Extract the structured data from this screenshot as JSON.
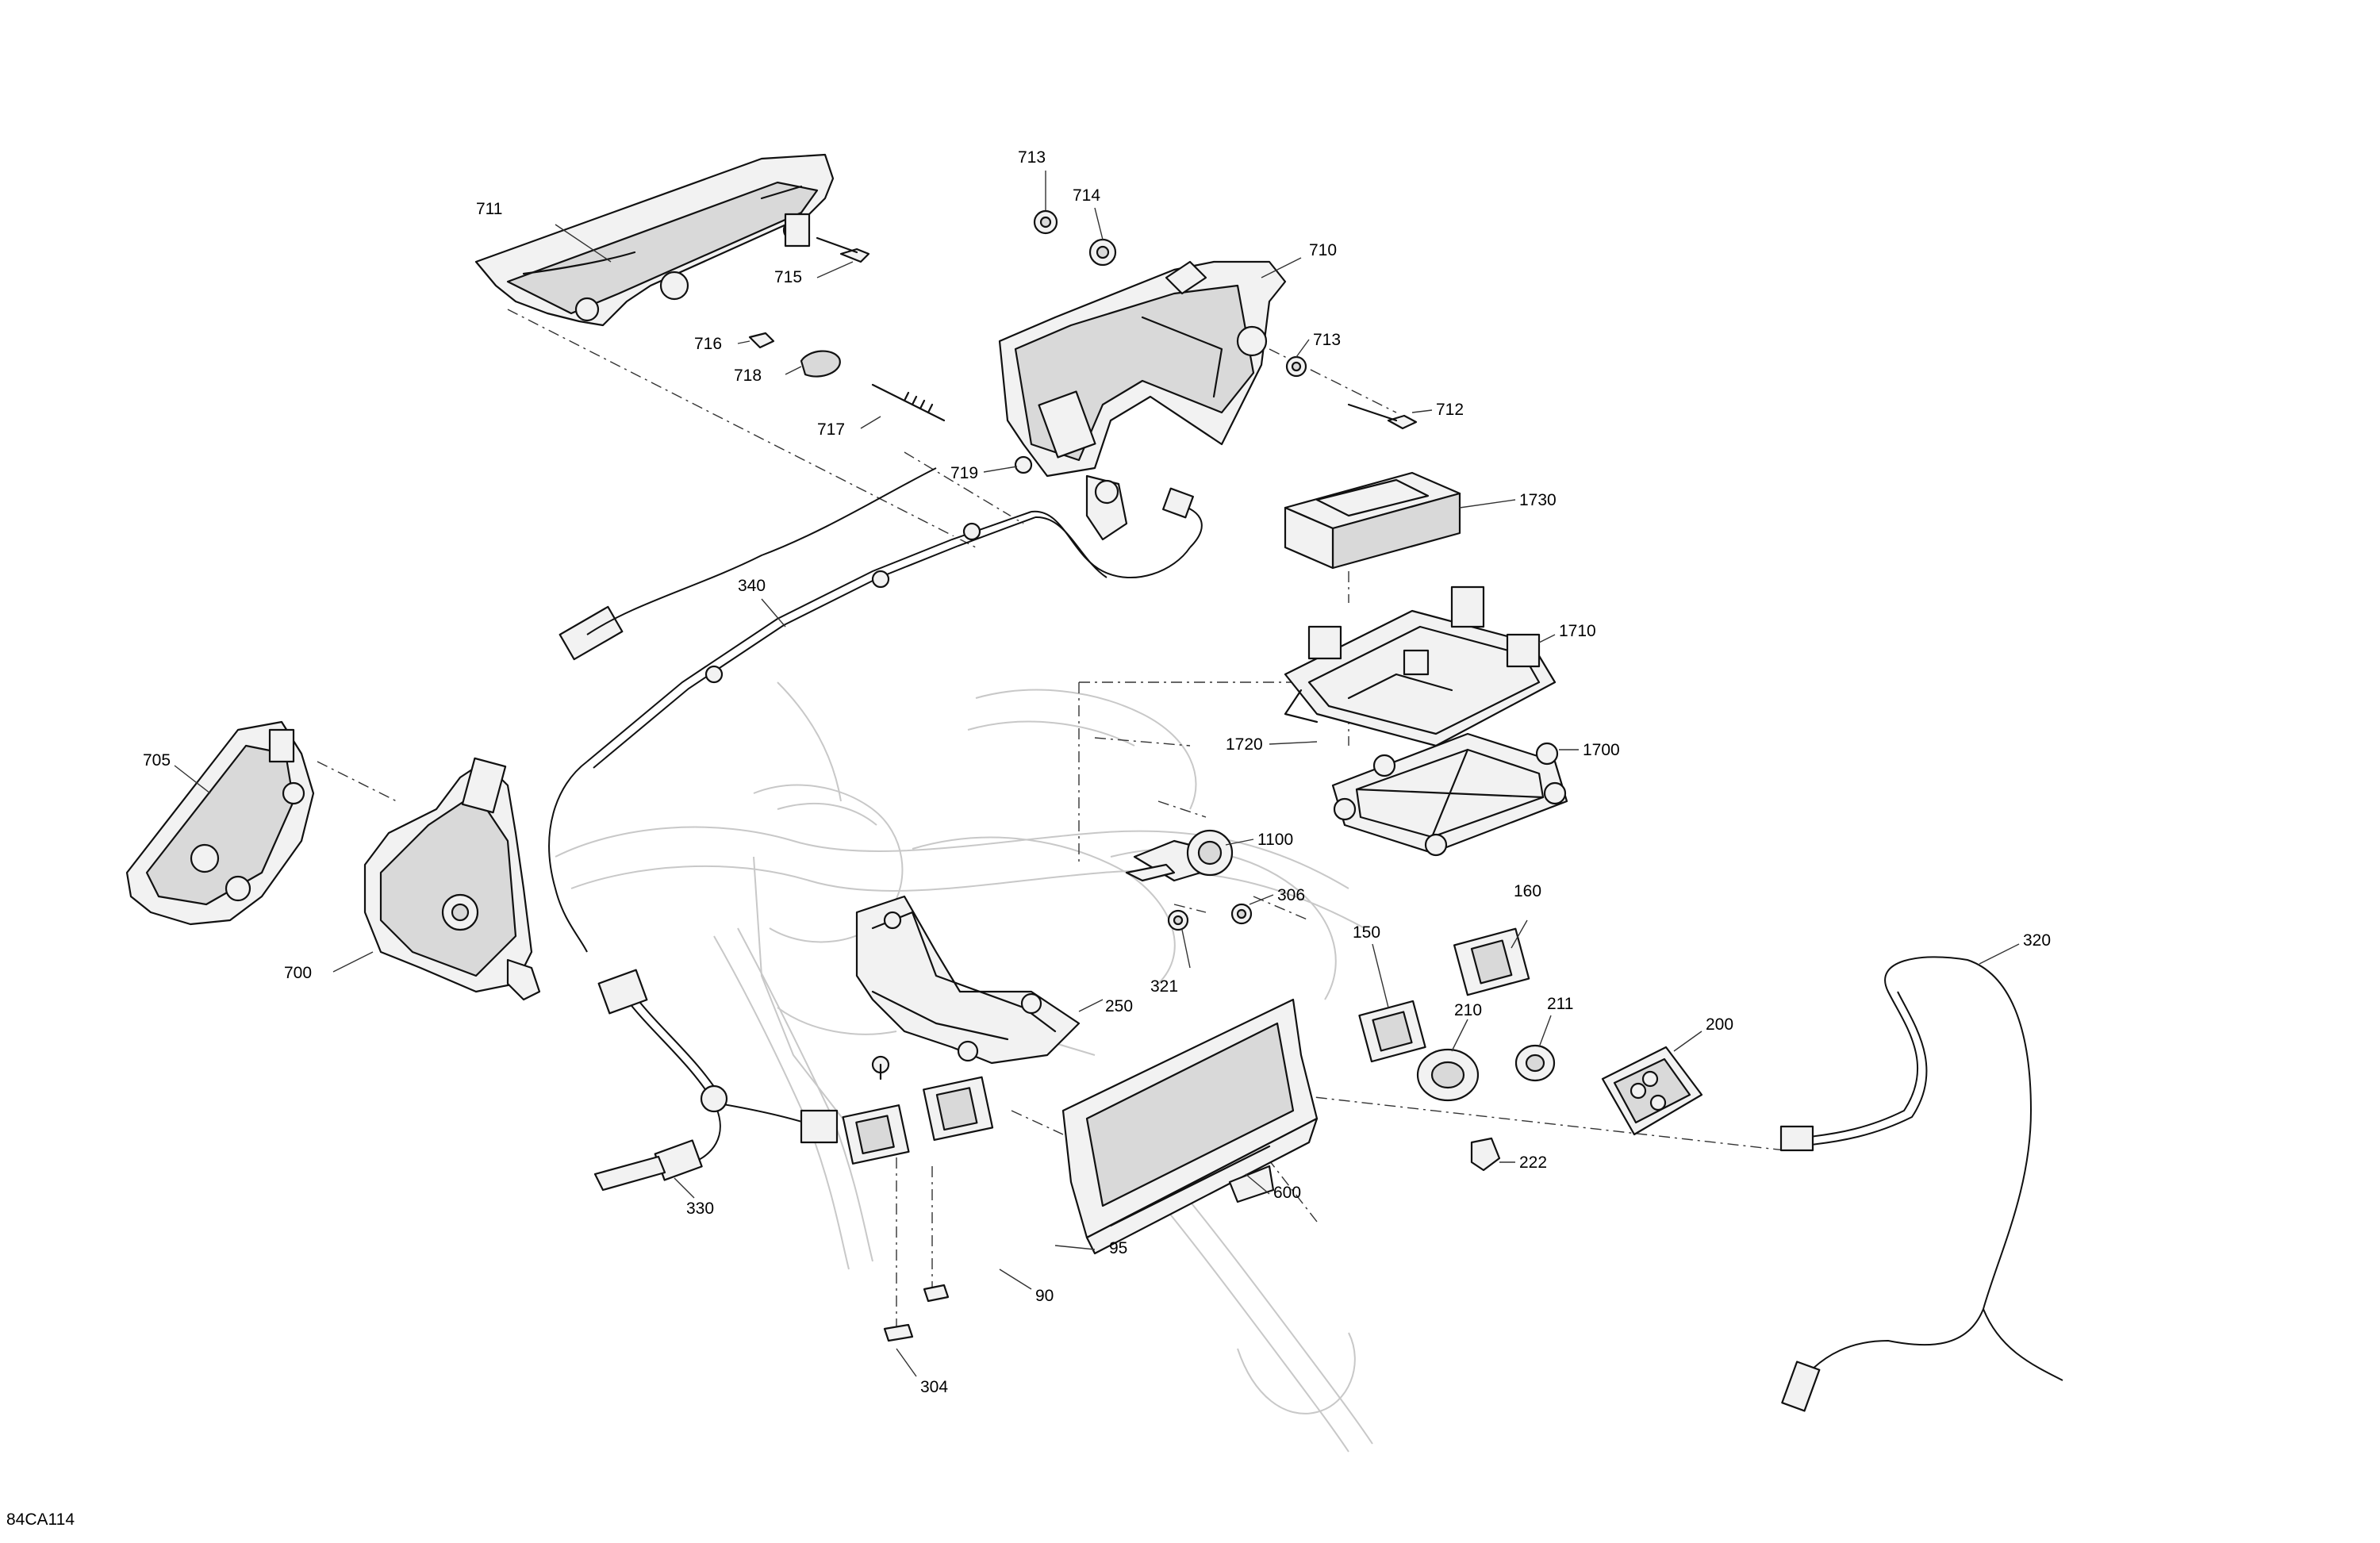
{
  "diagram": {
    "reference_code": "84CA114",
    "callouts": [
      {
        "id": "c711",
        "label": "711"
      },
      {
        "id": "c713a",
        "label": "713"
      },
      {
        "id": "c714",
        "label": "714"
      },
      {
        "id": "c715",
        "label": "715"
      },
      {
        "id": "c710",
        "label": "710"
      },
      {
        "id": "c716",
        "label": "716"
      },
      {
        "id": "c713b",
        "label": "713"
      },
      {
        "id": "c718",
        "label": "718"
      },
      {
        "id": "c712",
        "label": "712"
      },
      {
        "id": "c717",
        "label": "717"
      },
      {
        "id": "c719",
        "label": "719"
      },
      {
        "id": "c1730",
        "label": "1730"
      },
      {
        "id": "c340",
        "label": "340"
      },
      {
        "id": "c1710",
        "label": "1710"
      },
      {
        "id": "c1720",
        "label": "1720"
      },
      {
        "id": "c1700",
        "label": "1700"
      },
      {
        "id": "c705",
        "label": "705"
      },
      {
        "id": "c1100",
        "label": "1100"
      },
      {
        "id": "c306",
        "label": "306"
      },
      {
        "id": "c160",
        "label": "160"
      },
      {
        "id": "c700",
        "label": "700"
      },
      {
        "id": "c150",
        "label": "150"
      },
      {
        "id": "c321",
        "label": "321"
      },
      {
        "id": "c320",
        "label": "320"
      },
      {
        "id": "c250",
        "label": "250"
      },
      {
        "id": "c210",
        "label": "210"
      },
      {
        "id": "c211",
        "label": "211"
      },
      {
        "id": "c200",
        "label": "200"
      },
      {
        "id": "c222",
        "label": "222"
      },
      {
        "id": "c600",
        "label": "600"
      },
      {
        "id": "c330",
        "label": "330"
      },
      {
        "id": "c95",
        "label": "95"
      },
      {
        "id": "c90",
        "label": "90"
      },
      {
        "id": "c304",
        "label": "304"
      }
    ]
  }
}
